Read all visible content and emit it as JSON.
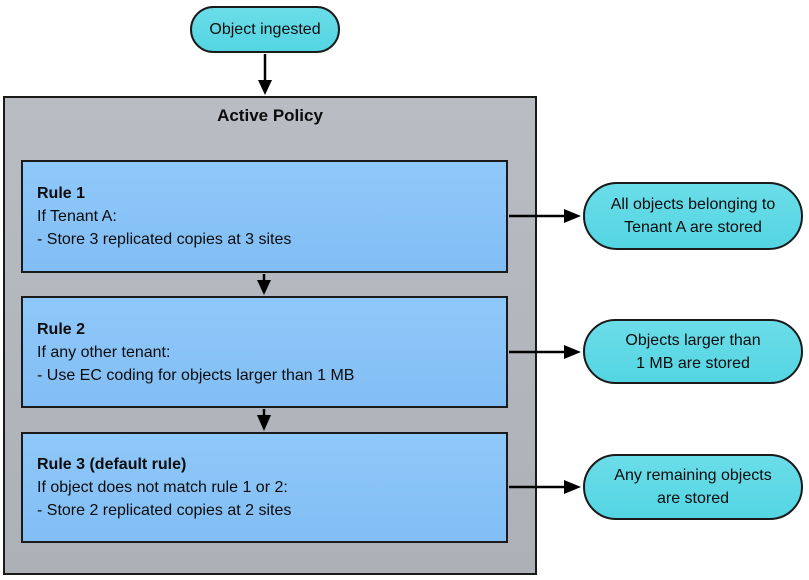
{
  "colors": {
    "pill_fill": "#54d5e2",
    "pill_fill_top": "#6bdde9",
    "rule_fill": "#82bef4",
    "rule_fill_top": "#8fc8fa",
    "policy_fill": "#aeb0b8",
    "policy_fill_top": "#babcc4",
    "border": "#1a1a1a",
    "arrow": "#000000"
  },
  "diagram": {
    "start": {
      "label": "Object ingested"
    },
    "policy": {
      "title": "Active Policy"
    },
    "rules": [
      {
        "title": "Rule 1",
        "condition": "If Tenant A:",
        "action": "- Store 3 replicated copies at 3 sites",
        "outcome_line1": "All objects belonging to",
        "outcome_line2": "Tenant A are stored"
      },
      {
        "title": "Rule 2",
        "condition": "If any other tenant:",
        "action": "- Use EC coding for objects larger than 1 MB",
        "outcome_line1": "Objects larger than",
        "outcome_line2": "1 MB are stored"
      },
      {
        "title": "Rule 3 (default rule)",
        "condition": "If object does not match rule 1 or 2:",
        "action": "- Store 2 replicated copies at 2 sites",
        "outcome_line1": "Any remaining objects",
        "outcome_line2": "are stored"
      }
    ]
  }
}
